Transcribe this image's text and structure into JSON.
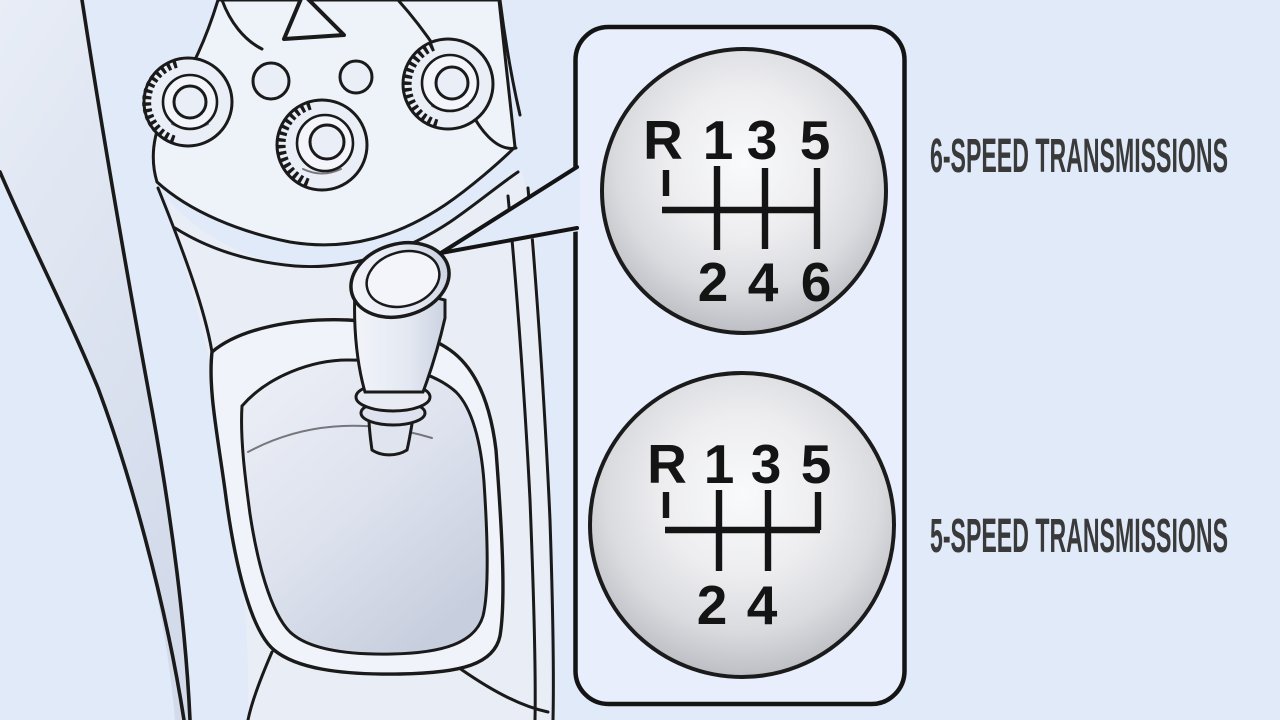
{
  "colors": {
    "bg": "#e0eaf8",
    "box-fill": "#e8eefb",
    "ink": "#1a1a1a",
    "pattern-ink": "#141414",
    "label-ink": "#3a3a3b",
    "panel-fill": "#eef2f9",
    "knee-fill": "#e9edf6",
    "bezel-fill": "#f0f3fa"
  },
  "callout": {
    "six_speed": {
      "label": "6-SPEED TRANSMISSIONS",
      "pattern": {
        "row_top": [
          "R",
          "1",
          "3",
          "5"
        ],
        "row_bottom": [
          "2",
          "4",
          "6"
        ]
      }
    },
    "five_speed": {
      "label": "5-SPEED TRANSMISSIONS",
      "pattern": {
        "row_top": [
          "R",
          "1",
          "3",
          "5"
        ],
        "row_bottom": [
          "2",
          "4"
        ]
      }
    }
  }
}
